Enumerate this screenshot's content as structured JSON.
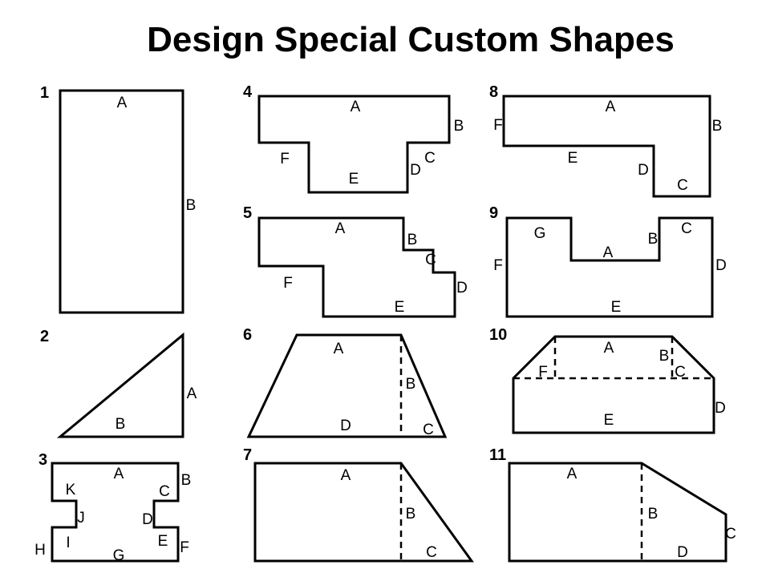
{
  "title": "Design Special Custom Shapes",
  "colors": {
    "line": "#000000",
    "background": "#ffffff",
    "text": "#000000"
  },
  "shapes": [
    {
      "number": "1",
      "type": "rectangle",
      "labels": [
        "A",
        "B"
      ]
    },
    {
      "number": "2",
      "type": "right triangle",
      "labels": [
        "A",
        "B"
      ]
    },
    {
      "number": "3",
      "type": "I-beam shape",
      "labels": [
        "A",
        "B",
        "K",
        "C",
        "J",
        "D",
        "I",
        "E",
        "H",
        "F",
        "G"
      ]
    },
    {
      "number": "4",
      "type": "T-shape",
      "labels": [
        "A",
        "B",
        "F",
        "C",
        "D",
        "E"
      ]
    },
    {
      "number": "5",
      "type": "step shape",
      "labels": [
        "A",
        "B",
        "C",
        "F",
        "D",
        "E"
      ]
    },
    {
      "number": "6",
      "type": "trapezoid with dashed divider",
      "labels": [
        "A",
        "B",
        "D",
        "C"
      ]
    },
    {
      "number": "7",
      "type": "right trapezoid with dashed divider",
      "labels": [
        "A",
        "B",
        "C"
      ]
    },
    {
      "number": "8",
      "type": "L-shape",
      "labels": [
        "A",
        "F",
        "B",
        "E",
        "D",
        "C"
      ]
    },
    {
      "number": "9",
      "type": "top-notched rectangle",
      "labels": [
        "G",
        "C",
        "B",
        "A",
        "F",
        "D",
        "E"
      ]
    },
    {
      "number": "10",
      "type": "hexagon with dashed partitions",
      "labels": [
        "A",
        "B",
        "F",
        "C",
        "E",
        "D"
      ]
    },
    {
      "number": "11",
      "type": "pentagon with dashed partition",
      "labels": [
        "A",
        "B",
        "C",
        "D"
      ]
    }
  ]
}
